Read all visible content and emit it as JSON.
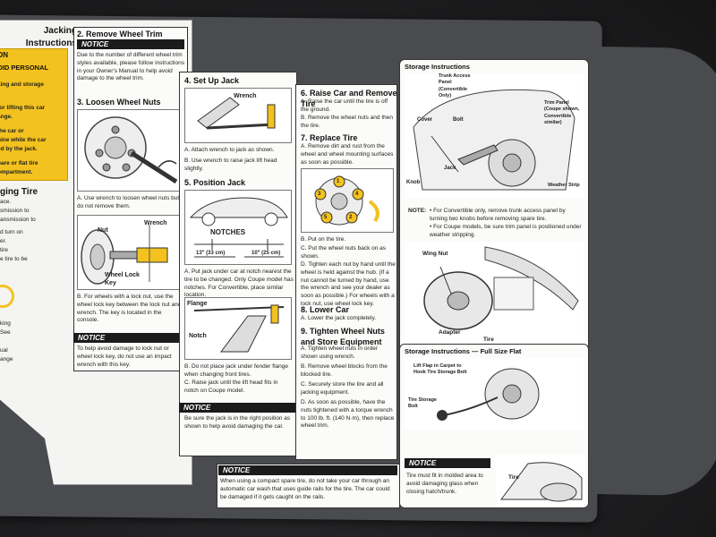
{
  "panel1": {
    "title": "Jacking Instructions",
    "yellow_head": "ON",
    "yellow_line1": "OID PERSONAL",
    "yellow_lines": [
      "king and storage",
      "for lifting this car",
      "ange.",
      "the car or",
      "nine while the car",
      "ed by the jack.",
      "pare or flat tire",
      "ompartment."
    ],
    "section": "ging Tire",
    "section_lines": [
      "ace.",
      "smission to",
      "ansmission to",
      "d turn on",
      "er.",
      "tire",
      "e tire to be"
    ],
    "partial_lines": [
      "king",
      "See",
      "ual",
      "ange"
    ]
  },
  "step2": {
    "title": "2. Remove Wheel Trim",
    "notice": "NOTICE",
    "notice_text": "Due to the number of different wheel trim styles available, please follow instructions in your Owner's Manual to help avoid damage to the wheel trim."
  },
  "step3": {
    "title": "3. Loosen Wheel Nuts",
    "a": "A. Use wrench to loosen wheel nuts but do not remove them.",
    "labels": {
      "nut": "Nut",
      "wrench": "Wrench",
      "lock_key": "Wheel Lock Key"
    },
    "b": "B. For wheels with a lock nut, use the wheel lock key between the lock nut and wrench. The key is located in the console.",
    "notice": "NOTICE",
    "notice_text": "To help avoid damage to lock nut or wheel lock key, do not use an impact wrench with this key."
  },
  "step4": {
    "title": "4. Set Up Jack",
    "wrench_label": "Wrench",
    "a": "A. Attach wrench to jack as shown.",
    "b": "B. Use wrench to raise jack lift head slightly."
  },
  "step5": {
    "title": "5. Position Jack",
    "notches": "NOTCHES",
    "dim1": "13\" (33 cm)",
    "dim2": "10\" (25 cm)",
    "a": "A. Put jack under car at notch nearest the tire to be changed. Only Coupe model has notches. For Convertible, place similar location.",
    "flange": "Flange",
    "notch": "Notch",
    "b": "B. Do not place jack under fender flange when changing front tires.",
    "c": "C. Raise jack until the lift head fits in notch on Coupe model.",
    "notice": "NOTICE",
    "notice_text": "Be sure the jack is in the right position as shown to help avoid damaging the car."
  },
  "step6": {
    "title": "6. Raise Car and Remove Tire",
    "a": "A. Raise the car until the tire is off the ground.",
    "b": "B. Remove the wheel nuts and then the tire."
  },
  "step7": {
    "title": "7. Replace Tire",
    "a": "A. Remove dirt and rust from the wheel and wheel mounting surfaces as soon as possible.",
    "nut_numbers": [
      "1",
      "2",
      "3",
      "4",
      "5"
    ],
    "b": "B. Put on the tire.",
    "c": "C. Put the wheel nuts back on as shown.",
    "d": "D. Tighten each nut by hand until the wheel is held against the hub. (If a nut cannot be turned by hand, use the wrench and see your dealer as soon as possible.) For wheels with a lock nut, use wheel lock key."
  },
  "step8": {
    "title": "8. Lower Car",
    "a": "A. Lower the jack completely."
  },
  "step9": {
    "title": "9. Tighten Wheel Nuts and Store Equipment",
    "a": "A. Tighten wheel nuts in order shown using wrench.",
    "b": "B. Remove wheel blocks from the blocked tire.",
    "c": "C. Securely store the tire and all jacking equipment.",
    "d": "D. As soon as possible, have the nuts tightened with a torque wrench to 100 lb. ft. (140 N·m), then replace wheel trim."
  },
  "bottom_notice": {
    "label": "NOTICE",
    "text": "When using a compact spare tire, do not take your car through an automatic car wash that uses guide rails for the tire. The car could be damaged if it gets caught on the rails."
  },
  "storage": {
    "title": "Storage Instructions",
    "labels": {
      "trunk": "Trunk Access Panel (Convertible Only)",
      "trim": "Trim Panel (Coupe shown, Convertible similar)",
      "cover": "Cover",
      "bolt": "Bolt",
      "jack": "Jack",
      "knob": "Knob",
      "weather": "Weather Strip",
      "wing_nut": "Wing Nut",
      "adapter": "Adapter",
      "tire": "Tire"
    },
    "note_label": "NOTE:",
    "note1": "• For Convertible only, remove trunk access panel by turning two knobs before removing spare tire.",
    "note2": "• For Coupe models, be sure trim panel is positioned under weather stripping."
  },
  "storage_full": {
    "title": "Storage Instructions — Full Size Flat",
    "lift_label": "Lift Flap in Carpet to Hook Tire Storage Bolt",
    "tire_bolt": "Tire Storage Bolt",
    "notice": "NOTICE",
    "notice_text": "Tire must fit in molded area to avoid damaging glass when closing hatch/trunk.",
    "tire_label": "Tire"
  }
}
